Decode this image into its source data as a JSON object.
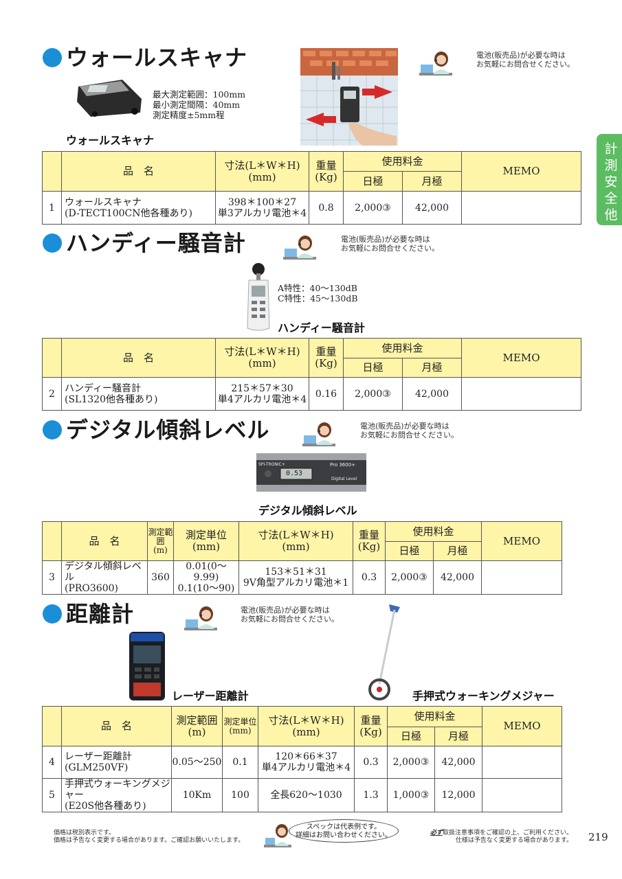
{
  "side_tab": "計\n測\n安\n全\n他",
  "sections": {
    "wall": {
      "title": "ウォールスキャナ",
      "specs": "最大測定範囲：100mm\n最小測定間隔：40mm\n測定精度±5mm程",
      "caption": "ウォールスキャナ",
      "note": "電池(販売品)が必要な時は\nお気軽にお問合せください。"
    },
    "noise": {
      "title": "ハンディー騒音計",
      "specs": "A特性：40～130dB\nC特性：45～130dB",
      "caption": "ハンディー騒音計",
      "note": "電池(販売品)が必要な時は\nお気軽にお問合せください。"
    },
    "level": {
      "title": "デジタル傾斜レベル",
      "caption": "デジタル傾斜レベル",
      "note": "電池(販売品)が必要な時は\nお気軽にお問合せください。",
      "device_brand": "SPI-TRONIC+",
      "device_model": "Pro 3600+",
      "device_reading": "0.53",
      "device_label": "Digital Level"
    },
    "distance": {
      "title": "距離計",
      "caption_laser": "レーザー距離計",
      "caption_wheel": "手押式ウォーキングメジャー",
      "note": "電池(販売品)が必要な時は\nお気軽にお問合せください。"
    }
  },
  "headers": {
    "name": "品　名",
    "dims": "寸法(L＊W＊H)\n(mm)",
    "weight": "重量\n(Kg)",
    "fee": "使用料金",
    "day": "日極",
    "month": "月極",
    "memo": "MEMO",
    "range": "測定範囲\n(m)",
    "unit": "測定単位\n(mm)"
  },
  "tables": {
    "t1": [
      {
        "no": "1",
        "name": "ウォールスキャナ\n(D-TECT100CN他各種あり)",
        "dims": "398＊100＊27\n単3アルカリ電池＊4",
        "weight": "0.8",
        "day": "2,000③",
        "month": "42,000",
        "memo": ""
      }
    ],
    "t2": [
      {
        "no": "2",
        "name": "ハンディー騒音計\n(SL1320他各種あり)",
        "dims": "215＊57＊30\n単4アルカリ電池＊4",
        "weight": "0.16",
        "day": "2,000③",
        "month": "42,000",
        "memo": ""
      }
    ],
    "t3": [
      {
        "no": "3",
        "name": "デジタル傾斜レベル\n(PRO3600)",
        "range": "360",
        "unit": "0.01(0～9.99)\n0.1(10～90)",
        "dims": "153＊51＊31\n9V角型アルカリ電池＊1",
        "weight": "0.3",
        "day": "2,000③",
        "month": "42,000",
        "memo": ""
      }
    ],
    "t4": [
      {
        "no": "4",
        "name": "レーザー距離計\n(GLM250VF)",
        "range": "0.05～250",
        "unit": "0.1",
        "dims": "120＊66＊37\n単4アルカリ電池＊4",
        "weight": "0.3",
        "day": "2,000③",
        "month": "42,000",
        "memo": ""
      },
      {
        "no": "5",
        "name": "手押式ウォーキングメジャー\n(E20S他各種あり)",
        "range": "10Km",
        "unit": "100",
        "dims": "全長620～1030",
        "weight": "1.3",
        "day": "1,000③",
        "month": "12,000",
        "memo": ""
      }
    ]
  },
  "footer": {
    "left": "価格は税別表示です。\n価格は予告なく変更する場合があります。ご確認お願いいたします。",
    "bubble": "スペックは代表例です。\n詳細はお問い合わせください。",
    "right_emph": "必ず",
    "right": "取扱注意事項をご確認の上、ご利用ください。\n仕様は予告なく変更する場合があります。",
    "page": "219"
  },
  "colors": {
    "accent_blue": "#1a8fd8",
    "header_yellow": "#fff5a8",
    "tab_green": "#5cbc62",
    "arrow_red": "#d62a2a"
  }
}
